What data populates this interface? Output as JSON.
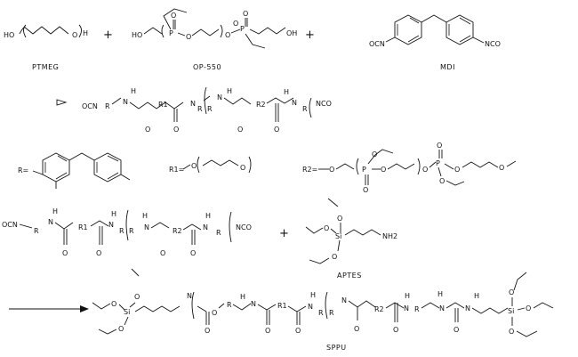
{
  "scheme": {
    "plus": "+",
    "ptmeg": {
      "name": "PTMEG",
      "ho": "HO",
      "oh": "O",
      "h": "H"
    },
    "op550": {
      "name": "OP-550",
      "ho": "HO",
      "oh": "OH",
      "p": "P",
      "o": "O"
    },
    "mdi": {
      "name": "MDI",
      "nco_left": "OCN",
      "nco_right": "NCO"
    },
    "prepolymer": {
      "ocn": "OCN",
      "nco": "NCO",
      "r": "R",
      "r1": "R1",
      "r2": "R2",
      "n": "N",
      "h": "H",
      "o": "O"
    },
    "defs": {
      "r": "R=",
      "r1": "R1=",
      "r2": "R2=",
      "o": "O",
      "p": "P"
    },
    "aptes": {
      "name": "APTES",
      "si": "Si",
      "o": "O",
      "nh2": "NH2"
    },
    "sppu": {
      "name": "SPPU",
      "si": "Si",
      "o": "O",
      "n": "N",
      "h": "H",
      "r": "R",
      "r1": "R1",
      "r2": "R2"
    }
  }
}
